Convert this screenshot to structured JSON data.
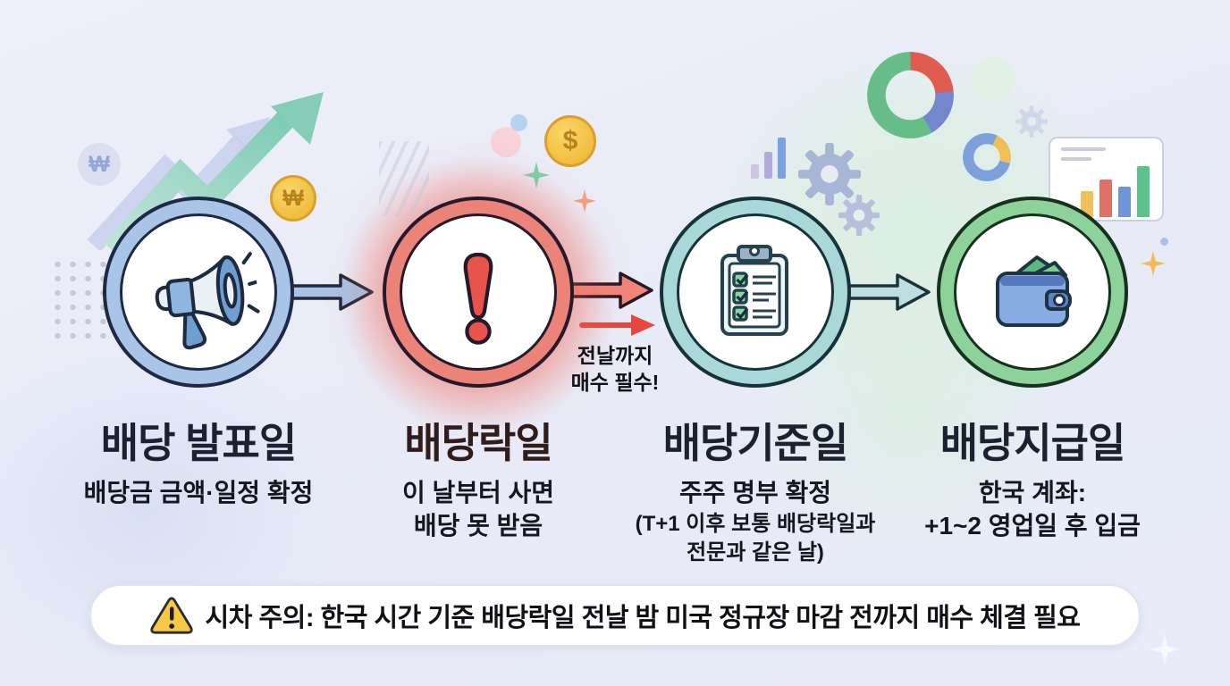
{
  "steps": [
    {
      "title": "배당 발표일",
      "title_color": "#1c2130",
      "ring_color": "#a9c4e6",
      "icon": "megaphone-icon",
      "subtitle_lines": [
        "배당금 금액·일정 확정"
      ]
    },
    {
      "title": "배당락일",
      "title_color": "#301c1c",
      "ring_color": "#ec8378",
      "icon": "exclamation-icon",
      "subtitle_lines": [
        "이 날부터 사면",
        "배당 못 받음"
      ]
    },
    {
      "title": "배당기준일",
      "title_color": "#1c2130",
      "ring_color": "#a9d8d9",
      "icon": "checklist-clipboard-icon",
      "subtitle_lines": [
        "주주 명부 확정",
        "(T+1 이후 보통 배당락일과",
        "전문과 같은 날)"
      ]
    },
    {
      "title": "배당지급일",
      "title_color": "#1c2130",
      "ring_color": "#8ed29b",
      "icon": "wallet-icon",
      "subtitle_lines": [
        "한국 계좌:",
        "+1~2 영업일 후 입금"
      ]
    }
  ],
  "flow_note": {
    "lines": [
      "전날까지",
      "매수 필수!"
    ]
  },
  "banner": {
    "icon": "warning-icon",
    "text": "시차 주의: 한국 시간 기준 배당락일 전날 밤 미국 정규장 마감 전까지 매수 체결 필요"
  },
  "symbols": {
    "won": "₩",
    "dollar": "$"
  },
  "colors": {
    "arrow1": "#a9c2e4",
    "arrow2": "#f0857a",
    "arrow3": "#bcdfe2",
    "accent_red": "#e6493c"
  }
}
